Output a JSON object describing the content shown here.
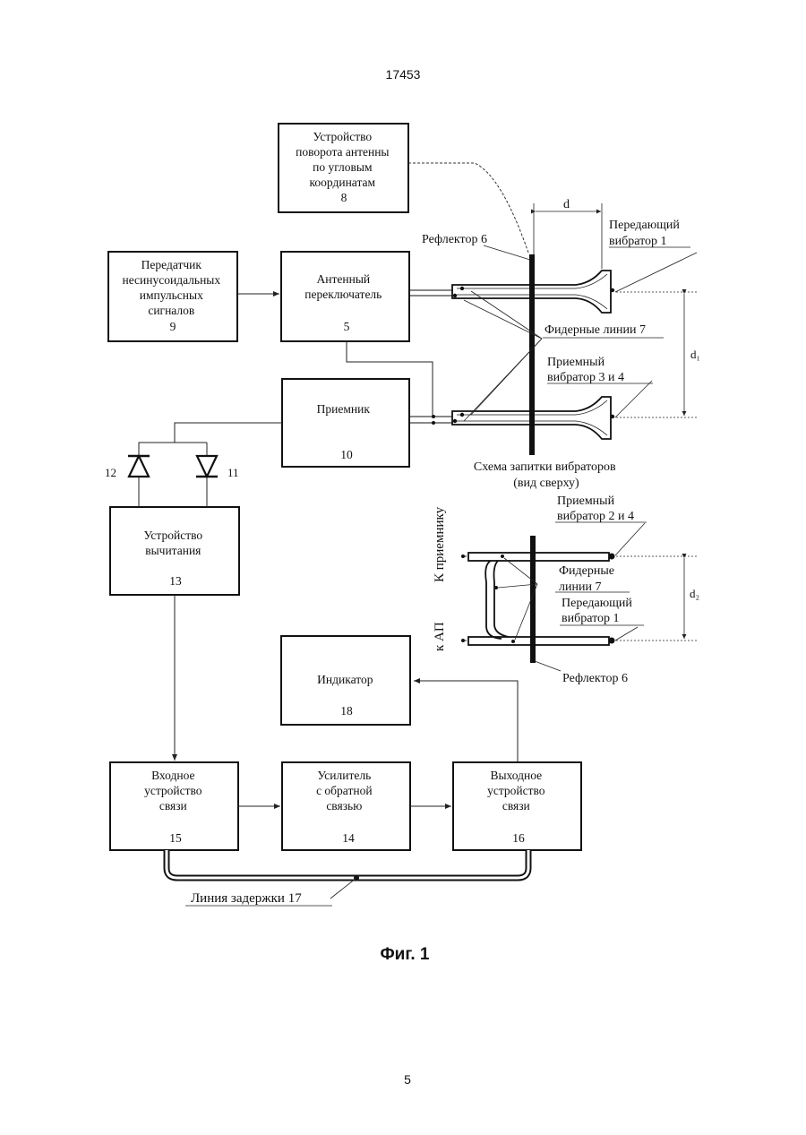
{
  "page": {
    "patent_number": "17453",
    "page_number": "5",
    "figure_caption": "Фиг. 1"
  },
  "blocks": {
    "rotation": {
      "lines": [
        "Устройство",
        "поворота антенны",
        "по угловым",
        "координатам"
      ],
      "num": "8"
    },
    "transmitter": {
      "lines": [
        "Передатчик",
        "несинусоидальных",
        "импульсных",
        "сигналов"
      ],
      "num": "9"
    },
    "antenna_switch": {
      "lines": [
        "Антенный",
        "переключатель"
      ],
      "num": "5"
    },
    "receiver": {
      "lines": [
        "Приемник"
      ],
      "num": "10"
    },
    "subtractor": {
      "lines": [
        "Устройство",
        "вычитания"
      ],
      "num": "13"
    },
    "indicator": {
      "lines": [
        "Индикатор"
      ],
      "num": "18"
    },
    "input_coupler": {
      "lines": [
        "Входное",
        "устройство",
        "связи"
      ],
      "num": "15"
    },
    "amplifier": {
      "lines": [
        "Усилитель",
        "с обратной",
        "связью"
      ],
      "num": "14"
    },
    "output_coupler": {
      "lines": [
        "Выходное",
        "устройство",
        "связи"
      ],
      "num": "16"
    }
  },
  "diodes": {
    "d12": "12",
    "d11": "11"
  },
  "labels": {
    "reflector_top": "Рефлектор 6",
    "tx_vibrator_top": [
      "Передающий",
      "вибратор 1"
    ],
    "feeder_top": "Фидерные линии 7",
    "rx_vibrator_top": [
      "Приемный",
      "вибратор 3 и 4"
    ],
    "dim_d": "d",
    "dim_d1": "d₁",
    "scheme_caption": [
      "Схема запитки вибраторов",
      "(вид сверху)"
    ],
    "rx_vibrator_bottom": [
      "Приемный",
      "вибратор 2 и 4"
    ],
    "feeder_bottom": [
      "Фидерные",
      "линии  7"
    ],
    "tx_vibrator_bottom": [
      "Передающий",
      "вибратор    1"
    ],
    "dim_d2": "d₂",
    "to_receiver": "К  приемнику",
    "to_ap": "к  АП",
    "reflector_bottom": "Рефлектор 6",
    "delay_line": "Линия задержки 17"
  }
}
